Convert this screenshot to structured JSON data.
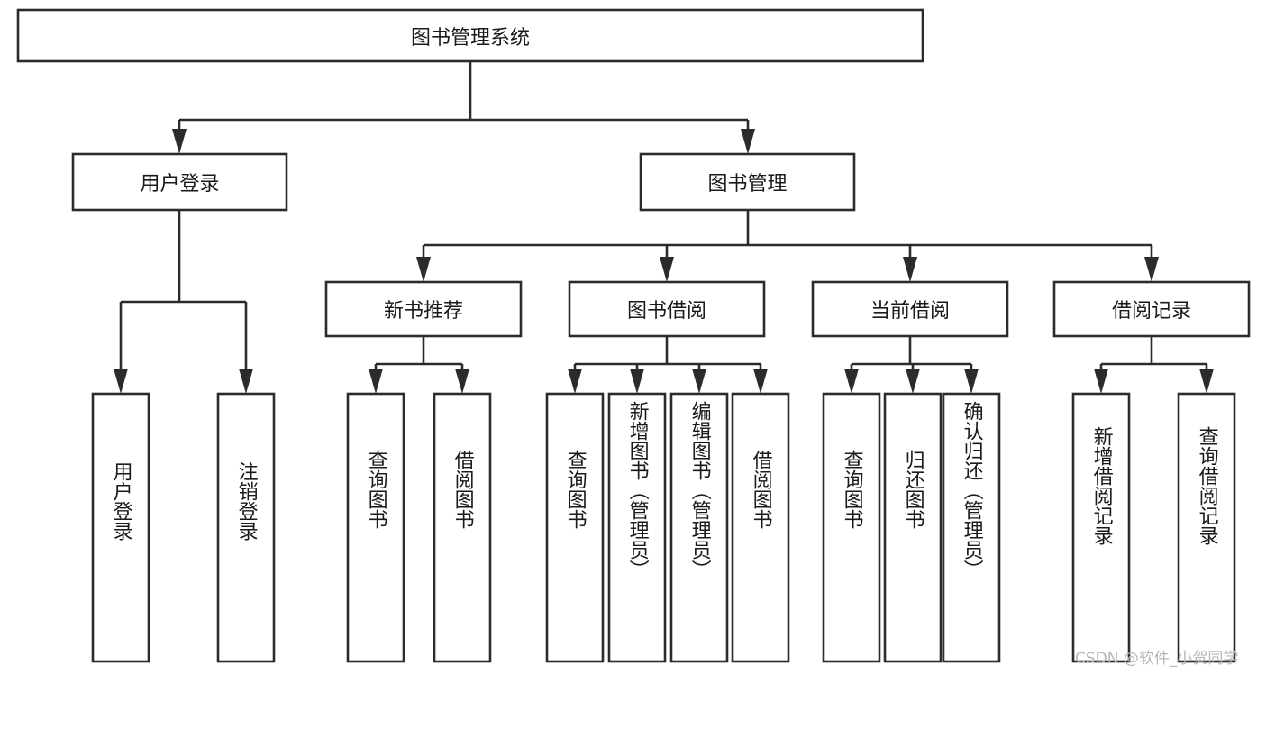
{
  "diagram": {
    "title": "图书管理系统",
    "type": "tree-hierarchy",
    "root": {
      "id": "root",
      "label": "图书管理系统",
      "orientation": "horizontal"
    },
    "level2": [
      {
        "id": "user-login",
        "label": "用户登录",
        "orientation": "horizontal"
      },
      {
        "id": "book-management",
        "label": "图书管理",
        "orientation": "horizontal"
      }
    ],
    "level3": [
      {
        "id": "new-book-recommend",
        "label": "新书推荐",
        "orientation": "horizontal",
        "parent": "book-management"
      },
      {
        "id": "book-borrow",
        "label": "图书借阅",
        "orientation": "horizontal",
        "parent": "book-management"
      },
      {
        "id": "current-borrow",
        "label": "当前借阅",
        "orientation": "horizontal",
        "parent": "book-management"
      },
      {
        "id": "borrow-record",
        "label": "借阅记录",
        "orientation": "horizontal",
        "parent": "book-management"
      }
    ],
    "leaves": [
      {
        "id": "leaf-user-login",
        "label": "用户登录",
        "orientation": "vertical",
        "parent": "user-login"
      },
      {
        "id": "leaf-user-logout",
        "label": "注销登录",
        "orientation": "vertical",
        "parent": "user-login"
      },
      {
        "id": "leaf-query-book-1",
        "label": "查询图书",
        "orientation": "vertical",
        "parent": "new-book-recommend"
      },
      {
        "id": "leaf-borrow-book-1",
        "label": "借阅图书",
        "orientation": "vertical",
        "parent": "new-book-recommend"
      },
      {
        "id": "leaf-query-book-2",
        "label": "查询图书",
        "orientation": "vertical",
        "parent": "book-borrow"
      },
      {
        "id": "leaf-add-book",
        "label": "新增图书（管理员）",
        "orientation": "vertical",
        "parent": "book-borrow"
      },
      {
        "id": "leaf-edit-book",
        "label": "编辑图书（管理员）",
        "orientation": "vertical",
        "parent": "book-borrow"
      },
      {
        "id": "leaf-borrow-book-2",
        "label": "借阅图书",
        "orientation": "vertical",
        "parent": "book-borrow"
      },
      {
        "id": "leaf-query-book-3",
        "label": "查询图书",
        "orientation": "vertical",
        "parent": "current-borrow"
      },
      {
        "id": "leaf-return-book",
        "label": "归还图书",
        "orientation": "vertical",
        "parent": "current-borrow"
      },
      {
        "id": "leaf-confirm-return",
        "label": "确认归还（管理员）",
        "orientation": "vertical",
        "parent": "current-borrow"
      },
      {
        "id": "leaf-add-record",
        "label": "新增借阅记录",
        "orientation": "vertical",
        "parent": "borrow-record"
      },
      {
        "id": "leaf-query-record",
        "label": "查询借阅记录",
        "orientation": "vertical",
        "parent": "borrow-record"
      }
    ]
  },
  "watermark": {
    "text": "CSDN @软件_小贺同学"
  },
  "colors": {
    "stroke": "#2b2b2b",
    "fill": "#ffffff",
    "text": "#1a1a1a",
    "watermark": "#b7b7b7",
    "background": "#ffffff"
  }
}
